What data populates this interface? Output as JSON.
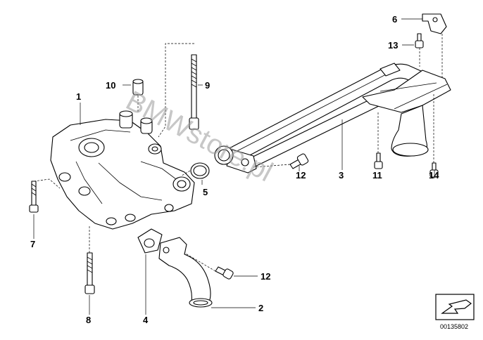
{
  "callouts": {
    "c1": "1",
    "c2": "2",
    "c3": "3",
    "c4": "4",
    "c5": "5",
    "c6": "6",
    "c7": "7",
    "c8": "8",
    "c9": "9",
    "c10": "10",
    "c11": "11",
    "c12a": "12",
    "c12b": "12",
    "c13": "13",
    "c14": "14"
  },
  "watermark": "BMWstore.pl",
  "diagram_number": "00135802",
  "colors": {
    "line": "#000000",
    "background": "#ffffff",
    "watermark": "#9a9a9a"
  }
}
